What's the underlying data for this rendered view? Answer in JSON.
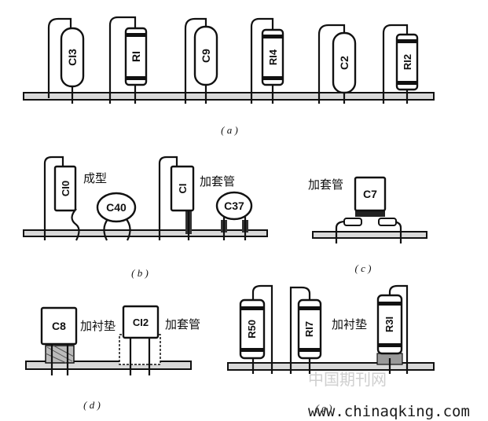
{
  "panels": {
    "a": {
      "caption": "( a )",
      "components": [
        "CI3",
        "RI",
        "C9",
        "RI4",
        "C2",
        "RI2"
      ]
    },
    "b": {
      "caption": "( b )",
      "components": [
        "CI0",
        "C40",
        "CI",
        "C37"
      ],
      "notes": [
        "成型",
        "加套管"
      ]
    },
    "c": {
      "caption": "( c )",
      "components": [
        "C7"
      ],
      "notes": [
        "加套管"
      ]
    },
    "d": {
      "caption": "( d )",
      "components": [
        "C8",
        "CI2"
      ],
      "notes": [
        "加衬垫",
        "加套管"
      ]
    },
    "e": {
      "caption": "( e )",
      "components": [
        "R50",
        "RI7",
        "R3I"
      ],
      "notes": [
        "加衬垫"
      ]
    }
  },
  "watermark": {
    "cn": "中国期刊网",
    "url": "www.chinaqking.com"
  }
}
